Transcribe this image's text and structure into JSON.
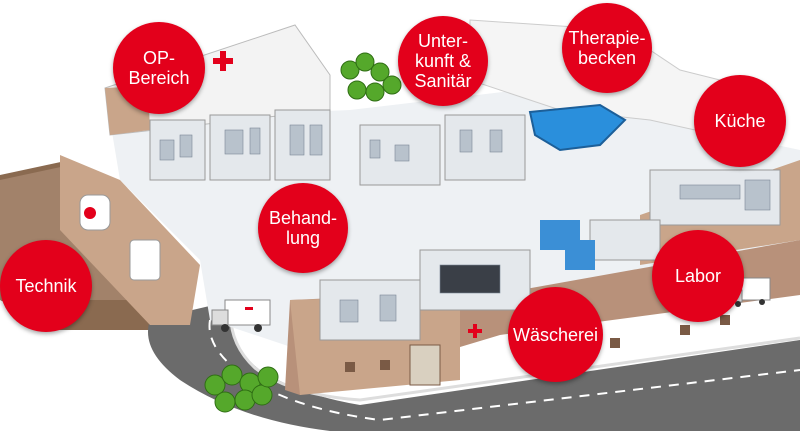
{
  "hotspots": {
    "op": "OP-\nBereich",
    "unterkunft": "Unter-\nkunft &\nSanitär",
    "therapie": "Therapie-\nbecken",
    "kueche": "Küche",
    "behandlung": "Behand-\nlung",
    "technik": "Technik",
    "labor": "Labor",
    "waescherei": "Wäscherei"
  },
  "colors": {
    "accent": "#e3001b",
    "wall": "#c9a58a",
    "road": "#6b6b6b",
    "pool": "#2a8fdc",
    "tree": "#55a82b"
  },
  "icons": [
    "red-cross-icon",
    "truck-icon",
    "tree-icon",
    "pool-icon"
  ]
}
